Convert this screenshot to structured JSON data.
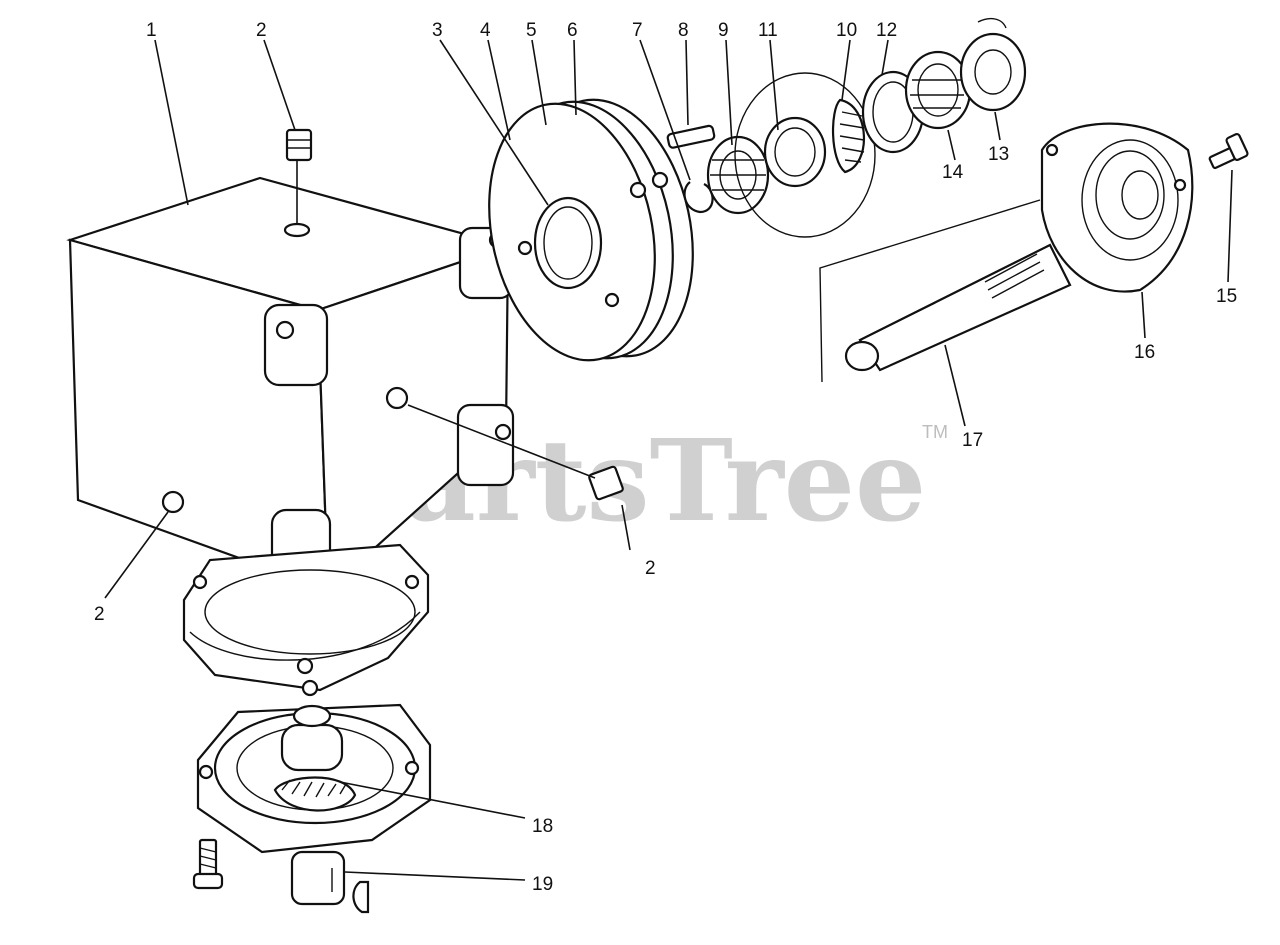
{
  "watermark": {
    "text": "PartsTree",
    "mark": "TM"
  },
  "callouts": [
    {
      "label": "1"
    },
    {
      "label": "2"
    },
    {
      "label": "3"
    },
    {
      "label": "4"
    },
    {
      "label": "5"
    },
    {
      "label": "6"
    },
    {
      "label": "7"
    },
    {
      "label": "8"
    },
    {
      "label": "9"
    },
    {
      "label": "11"
    },
    {
      "label": "10"
    },
    {
      "label": "12"
    },
    {
      "label": "14"
    },
    {
      "label": "13"
    },
    {
      "label": "15"
    },
    {
      "label": "16"
    },
    {
      "label": "17"
    },
    {
      "label": "2"
    },
    {
      "label": "2"
    },
    {
      "label": "18"
    },
    {
      "label": "19"
    }
  ]
}
